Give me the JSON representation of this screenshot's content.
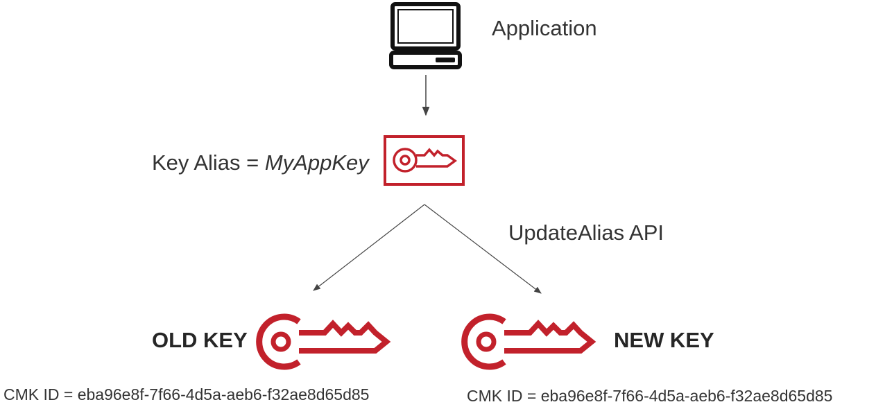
{
  "nodes": {
    "application": {
      "label": "Application",
      "icon": "computer-icon"
    },
    "alias": {
      "prefix": "Key Alias = ",
      "name": "MyAppKey",
      "icon": "kms-key-icon"
    },
    "old_key": {
      "label": "OLD KEY",
      "cmk_id": "CMK ID = eba96e8f-7f66-4d5a-aeb6-f32ae8d65d85",
      "icon": "key-icon"
    },
    "new_key": {
      "label": "NEW KEY",
      "cmk_id": "CMK ID = eba96e8f-7f66-4d5a-aeb6-f32ae8d65d85",
      "icon": "key-icon"
    }
  },
  "edges": {
    "update_label": "UpdateAlias API"
  },
  "colors": {
    "key_red": "#C2212B",
    "arrow": "#444444",
    "text": "#333333"
  }
}
